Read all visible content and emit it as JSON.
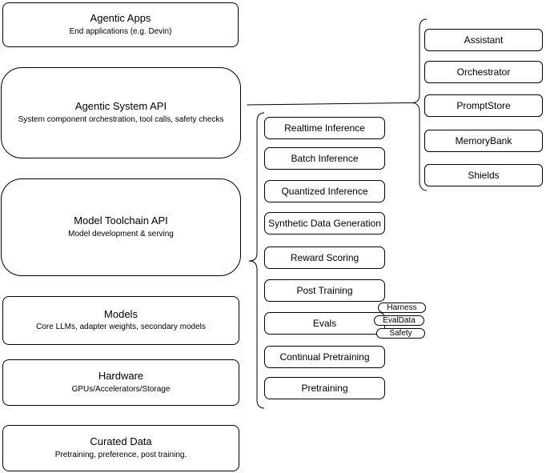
{
  "stack": [
    {
      "title": "Agentic Apps",
      "subtitle": "End applications (e.g. Devin)"
    },
    {
      "title": "Agentic System API",
      "subtitle": "System component orchestration, tool calls, safety checks"
    },
    {
      "title": "Model Toolchain API",
      "subtitle": "Model development & serving"
    },
    {
      "title": "Models",
      "subtitle": "Core LLMs, adapter weights, secondary models"
    },
    {
      "title": "Hardware",
      "subtitle": "GPUs/Accelerators/Storage"
    },
    {
      "title": "Curated Data",
      "subtitle": "Pretraining, preference, post training."
    }
  ],
  "toolchain_services": [
    {
      "label": "Realtime Inference"
    },
    {
      "label": "Batch Inference"
    },
    {
      "label": "Quantized Inference"
    },
    {
      "label": "Synthetic Data Generation"
    },
    {
      "label": "Reward Scoring"
    },
    {
      "label": "Post Training"
    },
    {
      "label": "Evals"
    },
    {
      "label": "Continual Pretraining"
    },
    {
      "label": "Pretraining"
    }
  ],
  "system_components": [
    {
      "label": "Assistant"
    },
    {
      "label": "Orchestrator"
    },
    {
      "label": "PromptStore"
    },
    {
      "label": "MemoryBank"
    },
    {
      "label": "Shields"
    }
  ],
  "eval_tags": [
    {
      "label": "Harness"
    },
    {
      "label": "EvalData"
    },
    {
      "label": "Safety"
    }
  ],
  "colors": {
    "stroke": "#000000",
    "fill": "#ffffff",
    "text": "#000000",
    "background": "#ffffff"
  }
}
